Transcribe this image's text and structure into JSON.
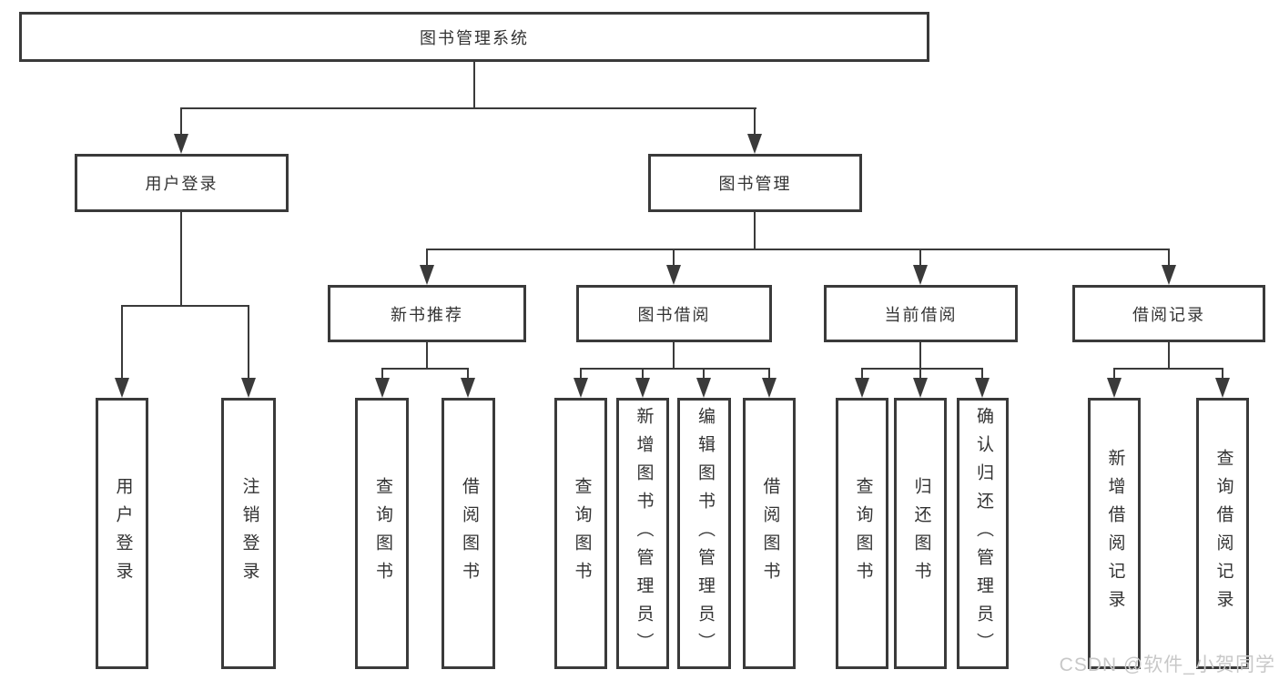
{
  "tree": {
    "label": "图书管理系统",
    "children": [
      {
        "label": "用户登录",
        "children": [
          {
            "label": "用户登录"
          },
          {
            "label": "注销登录"
          }
        ]
      },
      {
        "label": "图书管理",
        "children": [
          {
            "label": "新书推荐",
            "children": [
              {
                "label": "查询图书"
              },
              {
                "label": "借阅图书"
              }
            ]
          },
          {
            "label": "图书借阅",
            "children": [
              {
                "label": "查询图书"
              },
              {
                "label": "新增图书（管理员）"
              },
              {
                "label": "编辑图书（管理员）"
              },
              {
                "label": "借阅图书"
              }
            ]
          },
          {
            "label": "当前借阅",
            "children": [
              {
                "label": "查询图书"
              },
              {
                "label": "归还图书"
              },
              {
                "label": "确认归还（管理员）"
              }
            ]
          },
          {
            "label": "借阅记录",
            "children": [
              {
                "label": "新增借阅记录"
              },
              {
                "label": "查询借阅记录"
              }
            ]
          }
        ]
      }
    ]
  },
  "watermark": {
    "text": "CSDN @软件_小贺同学"
  },
  "colors": {
    "line": "#3a3a3a",
    "box_border": "#383838",
    "text": "#333333",
    "background": "#ffffff",
    "watermark_text": "#c8c8c8"
  }
}
